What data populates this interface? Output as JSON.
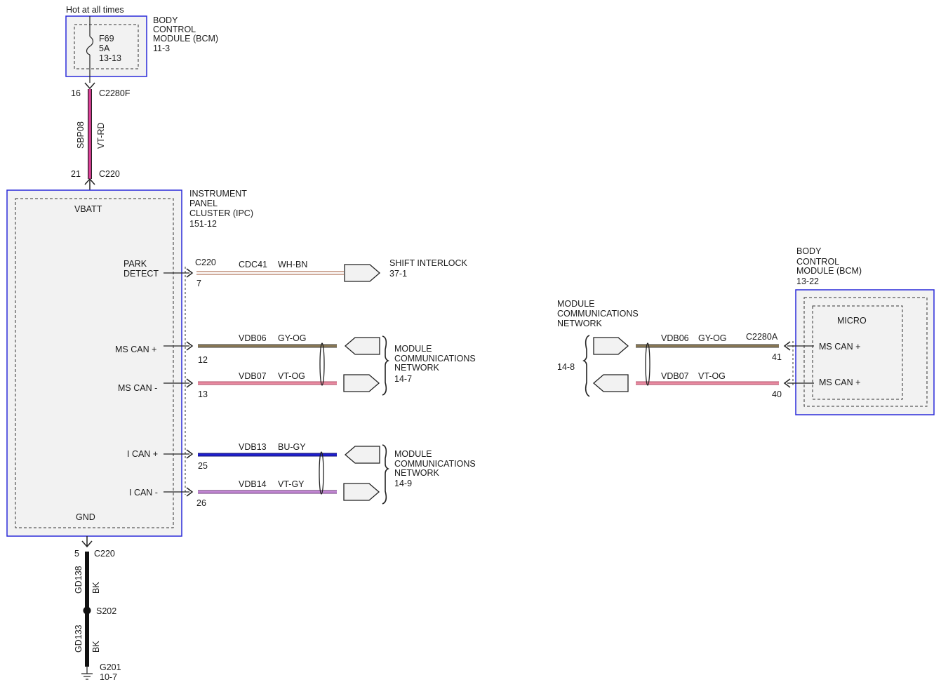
{
  "top": {
    "hot_label": "Hot at all times",
    "fuse_name": "F69",
    "fuse_rating": "5A",
    "fuse_ref": "13-13",
    "bcm_line1": "BODY",
    "bcm_line2": "CONTROL",
    "bcm_line3": "MODULE (BCM)",
    "bcm_page": "11-3",
    "pin_top": "16",
    "conn_top": "C2280F",
    "circuit": "SBP08",
    "wire_color": "VT-RD",
    "pin_bottom": "21",
    "conn_bottom": "C220"
  },
  "ipc": {
    "line1": "INSTRUMENT",
    "line2": "PANEL",
    "line3": "CLUSTER (IPC)",
    "page": "151-12",
    "vbatt": "VBATT",
    "park1": "PARK",
    "park2": "DETECT",
    "ms_can_plus": "MS CAN +",
    "ms_can_minus": "MS CAN -",
    "i_can_plus": "I CAN +",
    "i_can_minus": "I CAN -",
    "gnd": "GND"
  },
  "park_circuit": {
    "connector": "C220",
    "pin": "7",
    "circuit": "CDC41",
    "color": "WH-BN",
    "dest1": "SHIFT INTERLOCK",
    "dest2": "37-1"
  },
  "ms_can": {
    "plus_pin": "12",
    "plus_circuit": "VDB06",
    "plus_color": "GY-OG",
    "minus_pin": "13",
    "minus_circuit": "VDB07",
    "minus_color": "VT-OG",
    "dest1": "MODULE",
    "dest2": "COMMUNICATIONS",
    "dest3": "NETWORK",
    "dest_page": "14-7"
  },
  "i_can": {
    "plus_pin": "25",
    "plus_circuit": "VDB13",
    "plus_color": "BU-GY",
    "minus_pin": "26",
    "minus_circuit": "VDB14",
    "minus_color": "VT-GY",
    "dest1": "MODULE",
    "dest2": "COMMUNICATIONS",
    "dest3": "NETWORK",
    "dest_page": "14-9"
  },
  "ground": {
    "pin": "5",
    "connector": "C220",
    "circuit1": "GD138",
    "color1": "BK",
    "splice": "S202",
    "circuit2": "GD133",
    "color2": "BK",
    "ground_id": "G201",
    "ground_page": "10-7"
  },
  "right": {
    "network1": "MODULE",
    "network2": "COMMUNICATIONS",
    "network3": "NETWORK",
    "network_page": "14-8",
    "circuit1": "VDB06",
    "color1": "GY-OG",
    "connector": "C2280A",
    "pin1": "41",
    "circuit2": "VDB07",
    "color2": "VT-OG",
    "pin2": "40",
    "bcm_line1": "BODY",
    "bcm_line2": "CONTROL",
    "bcm_line3": "MODULE (BCM)",
    "bcm_page": "13-22",
    "micro": "MICRO",
    "ms_can_1": "MS CAN +",
    "ms_can_2": "MS CAN +"
  },
  "colors": {
    "module_border": "#2b2bd9",
    "module_fill": "#f2f2f2",
    "wire_vt_rd": "#e0409a",
    "wire_gy_og": "#8c7a55",
    "wire_vt_og": "#e88aa0",
    "wire_bu_gy": "#1f1fd0",
    "wire_vt_gy": "#c58ad6",
    "wire_wh_bn": "#a05a3a",
    "wire_bk": "#111111"
  }
}
